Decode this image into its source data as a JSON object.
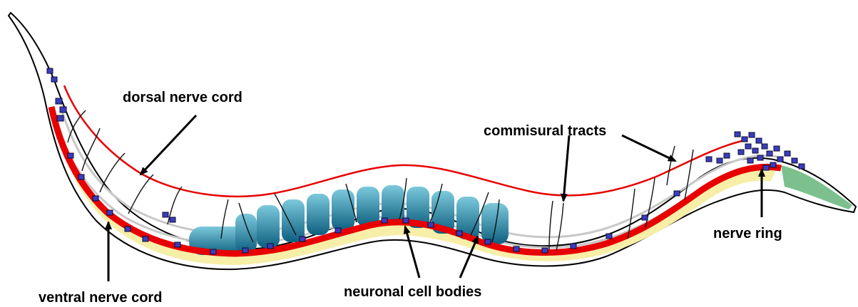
{
  "labels": {
    "dorsal_nerve_cord": "dorsal nerve cord",
    "commissural_tracts": "commisural tracts",
    "nerve_ring": "nerve ring",
    "neuronal_cell_bodies": "neuronal cell bodies",
    "ventral_nerve_cord": "ventral nerve cord"
  },
  "colors": {
    "body_outline": "#000000",
    "body_fill": "#ffffff",
    "tissue_fill": "#f7eea8",
    "gut_lumen": "#c8c8c8",
    "nerve_cord": "#e80000",
    "cell_body": "#3b3dbd",
    "cell_body_edge": "#0b0b33",
    "muscle_cell_light": "#5fb4cc",
    "muscle_cell_dark": "#0d5f7f",
    "pharynx_green": "#7cc08e",
    "commissure": "#111111",
    "arrow": "#000000"
  },
  "icons": {
    "arrow_head": "arrow-head-icon",
    "cell_body_marker": "square-cell-icon"
  }
}
